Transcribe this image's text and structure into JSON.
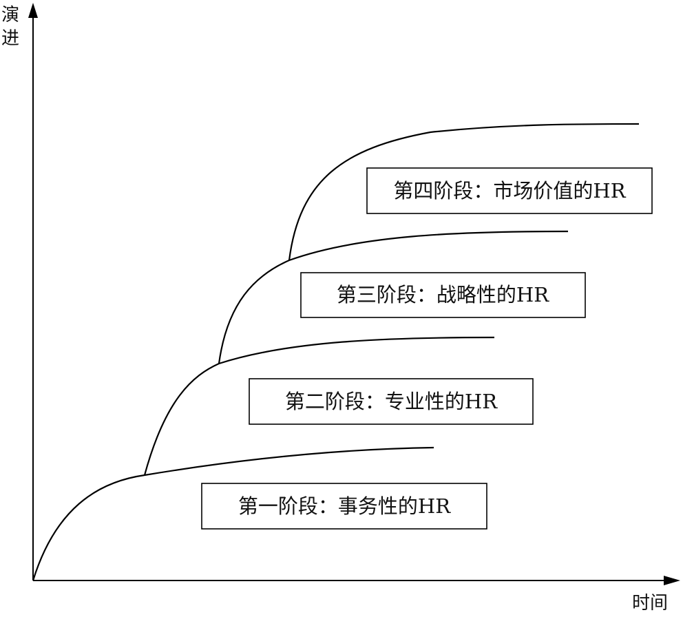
{
  "axes": {
    "y_label_chars": [
      "演",
      "进"
    ],
    "x_label": "时间"
  },
  "stages": [
    {
      "label": "第一阶段：事务性的HR"
    },
    {
      "label": "第二阶段：专业性的HR"
    },
    {
      "label": "第三阶段：战略性的HR"
    },
    {
      "label": "第四阶段：市场价值的HR"
    }
  ]
}
